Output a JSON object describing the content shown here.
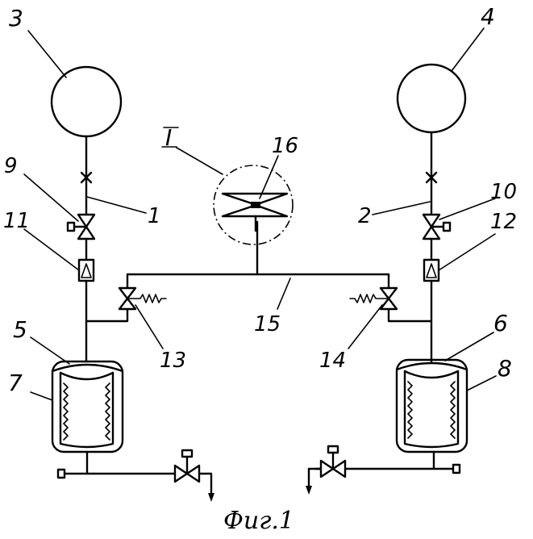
{
  "figure": {
    "caption": "Фиг.1",
    "callout_label": "I"
  },
  "labels": {
    "l1": "1",
    "l2": "2",
    "l3": "3",
    "l4": "4",
    "l5": "5",
    "l6": "6",
    "l7": "7",
    "l8": "8",
    "l9": "9",
    "l10": "10",
    "l11": "11",
    "l12": "12",
    "l13": "13",
    "l14": "14",
    "l15": "15",
    "l16": "16"
  }
}
